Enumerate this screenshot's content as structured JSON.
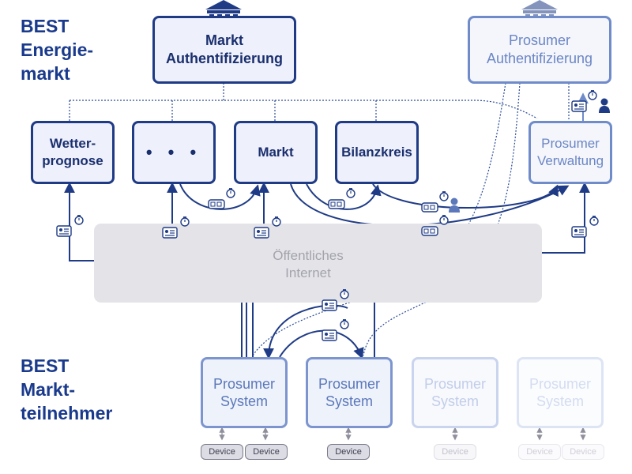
{
  "labels": {
    "market_side": "BEST\nEnergie-\nmarkt",
    "participants_side": "BEST\nMarkt-\nteilnehmer"
  },
  "boxes": {
    "markt_auth": "Markt\nAuthentifizierung",
    "prosumer_auth": "Prosumer\nAuthentifizierung",
    "wetterprognose": "Wetter-\nprognose",
    "ellipsis": "• • •",
    "markt": "Markt",
    "bilanzkreis": "Bilanzkreis",
    "prosumer_verwaltung": "Prosumer\nVerwaltung"
  },
  "internet": "Öffentliches\nInternet",
  "systems": [
    "Prosumer\nSystem",
    "Prosumer\nSystem",
    "Prosumer\nSystem",
    "Prosumer\nSystem"
  ],
  "devices": [
    "Device",
    "Device",
    "Device",
    "Device",
    "Device",
    "Device"
  ],
  "icons": {
    "bank": "bank-icon",
    "prosumer_bank": "prosumer-bank-icon",
    "credential": "credential-card-icon",
    "token": "token-icon",
    "timer": "stopwatch-icon",
    "person": "person-icon"
  },
  "colors": {
    "dark_blue": "#1f3b86",
    "light_blue": "#6f8bc9",
    "internet_gray": "#e4e4e8"
  }
}
